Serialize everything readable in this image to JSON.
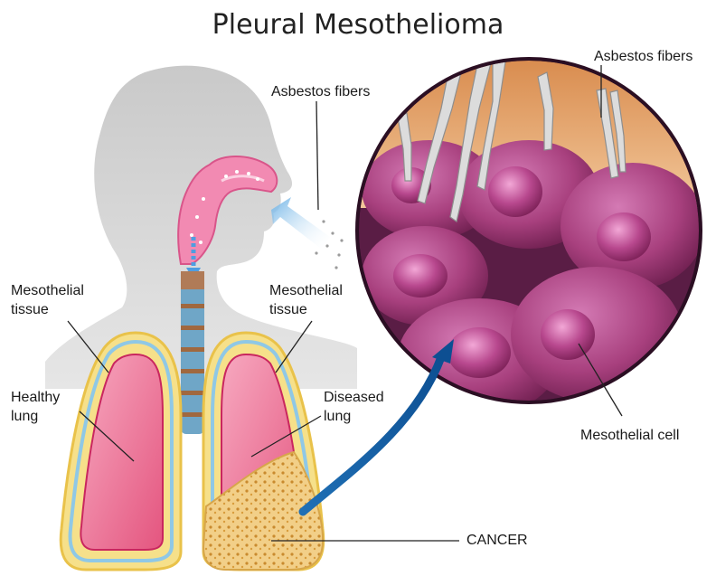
{
  "title": "Pleural Mesothelioma",
  "labels": {
    "asbestos_fibers_left": "Asbestos fibers",
    "asbestos_fibers_right": "Asbestos fibers",
    "mesothelial_tissue_left_1": "Mesothelial",
    "mesothelial_tissue_left_2": "tissue",
    "mesothelial_tissue_right_1": "Mesothelial",
    "mesothelial_tissue_right_2": "tissue",
    "healthy_lung_1": "Healthy",
    "healthy_lung_2": "lung",
    "diseased_lung_1": "Diseased",
    "diseased_lung_2": "lung",
    "mesothelial_cell": "Mesothelial cell",
    "cancer": "CANCER"
  }
}
